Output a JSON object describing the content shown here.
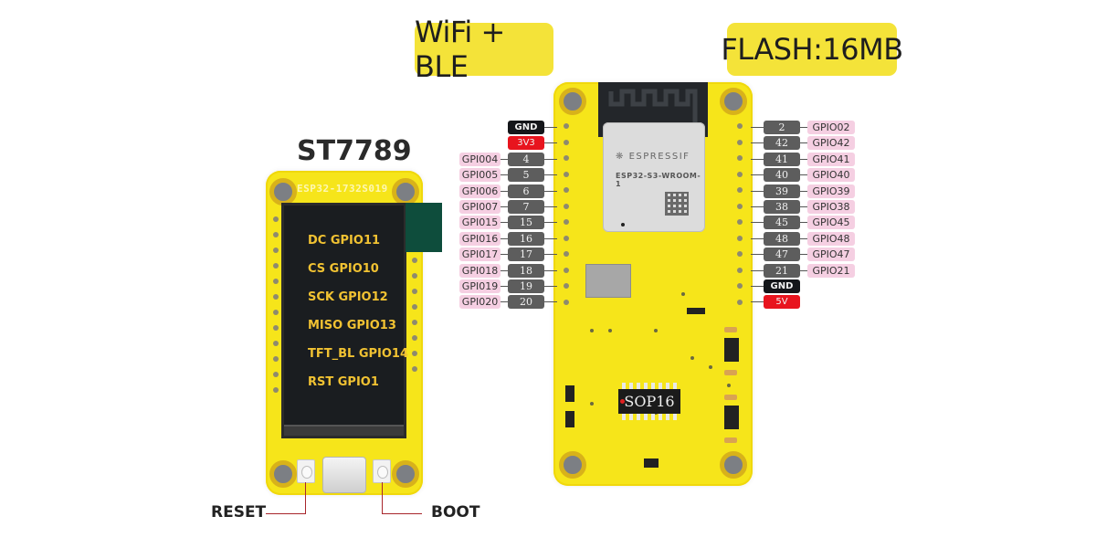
{
  "features": {
    "wireless": "WiFi + BLE",
    "flash": "FLASH:16MB"
  },
  "display_board": {
    "title": "ST7789",
    "silkscreen": "ESP32-1732S019",
    "lcd_pins": [
      "DC GPIO11",
      "CS GPIO10",
      "SCK GPIO12",
      "MISO GPIO13",
      "TFT_BL GPIO14",
      "RST GPIO1"
    ],
    "buttons": {
      "reset": "RESET",
      "boot": "BOOT"
    }
  },
  "main_board": {
    "module_brand": "ESPRESSIF",
    "module_model": "ESP32-S3-WROOM-1",
    "ic_label": "SOP16",
    "left_header": [
      {
        "num": "GND",
        "type": "gnd",
        "name": null
      },
      {
        "num": "3V3",
        "type": "pwr",
        "name": null
      },
      {
        "num": "4",
        "type": "gpio",
        "name": "GPI004"
      },
      {
        "num": "5",
        "type": "gpio",
        "name": "GPI005"
      },
      {
        "num": "6",
        "type": "gpio",
        "name": "GPI006"
      },
      {
        "num": "7",
        "type": "gpio",
        "name": "GPI007"
      },
      {
        "num": "15",
        "type": "gpio",
        "name": "GPI015"
      },
      {
        "num": "16",
        "type": "gpio",
        "name": "GPI016"
      },
      {
        "num": "17",
        "type": "gpio",
        "name": "GPI017"
      },
      {
        "num": "18",
        "type": "gpio",
        "name": "GPI018"
      },
      {
        "num": "19",
        "type": "gpio",
        "name": "GPI019"
      },
      {
        "num": "20",
        "type": "gpio",
        "name": "GPI020"
      }
    ],
    "right_header": [
      {
        "num": "2",
        "type": "gpio",
        "name": "GPIO02"
      },
      {
        "num": "42",
        "type": "gpio",
        "name": "GPIO42"
      },
      {
        "num": "41",
        "type": "gpio",
        "name": "GPIO41"
      },
      {
        "num": "40",
        "type": "gpio",
        "name": "GPIO40"
      },
      {
        "num": "39",
        "type": "gpio",
        "name": "GPIO39"
      },
      {
        "num": "38",
        "type": "gpio",
        "name": "GPIO38"
      },
      {
        "num": "45",
        "type": "gpio",
        "name": "GPIO45"
      },
      {
        "num": "48",
        "type": "gpio",
        "name": "GPIO48"
      },
      {
        "num": "47",
        "type": "gpio",
        "name": "GPIO47"
      },
      {
        "num": "21",
        "type": "gpio",
        "name": "GPIO21"
      },
      {
        "num": "GND",
        "type": "gnd",
        "name": null
      },
      {
        "num": "5V",
        "type": "pwr",
        "name": null
      }
    ]
  },
  "colors": {
    "pcb_yellow": "#f6e51a",
    "badge_yellow": "#f4e339",
    "pin_gray": "#5d5d5d",
    "gnd_black": "#14161a",
    "power_red": "#e8141e",
    "gpio_pink": "#f5cfe2",
    "lcd_text": "#f1c232",
    "callout_red": "#a8262c"
  }
}
